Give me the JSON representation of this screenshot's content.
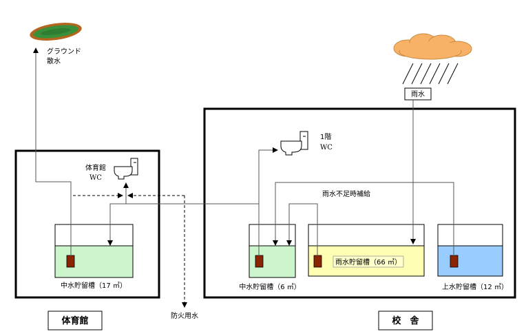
{
  "labels": {
    "ground_line1": "グラウンド",
    "ground_line2": "散水",
    "rain": "雨水",
    "gym_wc_line1": "体育館",
    "gym_wc_line2": "WC",
    "school_wc_line1": "1階",
    "school_wc_line2": "WC",
    "rain_supplement": "雨水不足時補給",
    "gym_tank": "中水貯留槽（17 ㎥）",
    "school_gray_tank": "中水貯留槽（6 ㎥）",
    "rain_tank": "雨水貯留槽（66 ㎥）",
    "upper_tank": "上水貯留槽（12 ㎥）",
    "fire_water": "防火用水",
    "gym_title": "体育館",
    "school_title": "校　舎"
  },
  "colors": {
    "gray_water": "#ccf5cc",
    "rain_water": "#ffffb3",
    "tap_water": "#99ccff",
    "pump": "#8b2500",
    "cloud": "#f7b267",
    "field": "#2e7d32",
    "track": "#b5651d"
  },
  "icons": [
    "field-icon",
    "cloud-icon",
    "toilet-icon"
  ]
}
